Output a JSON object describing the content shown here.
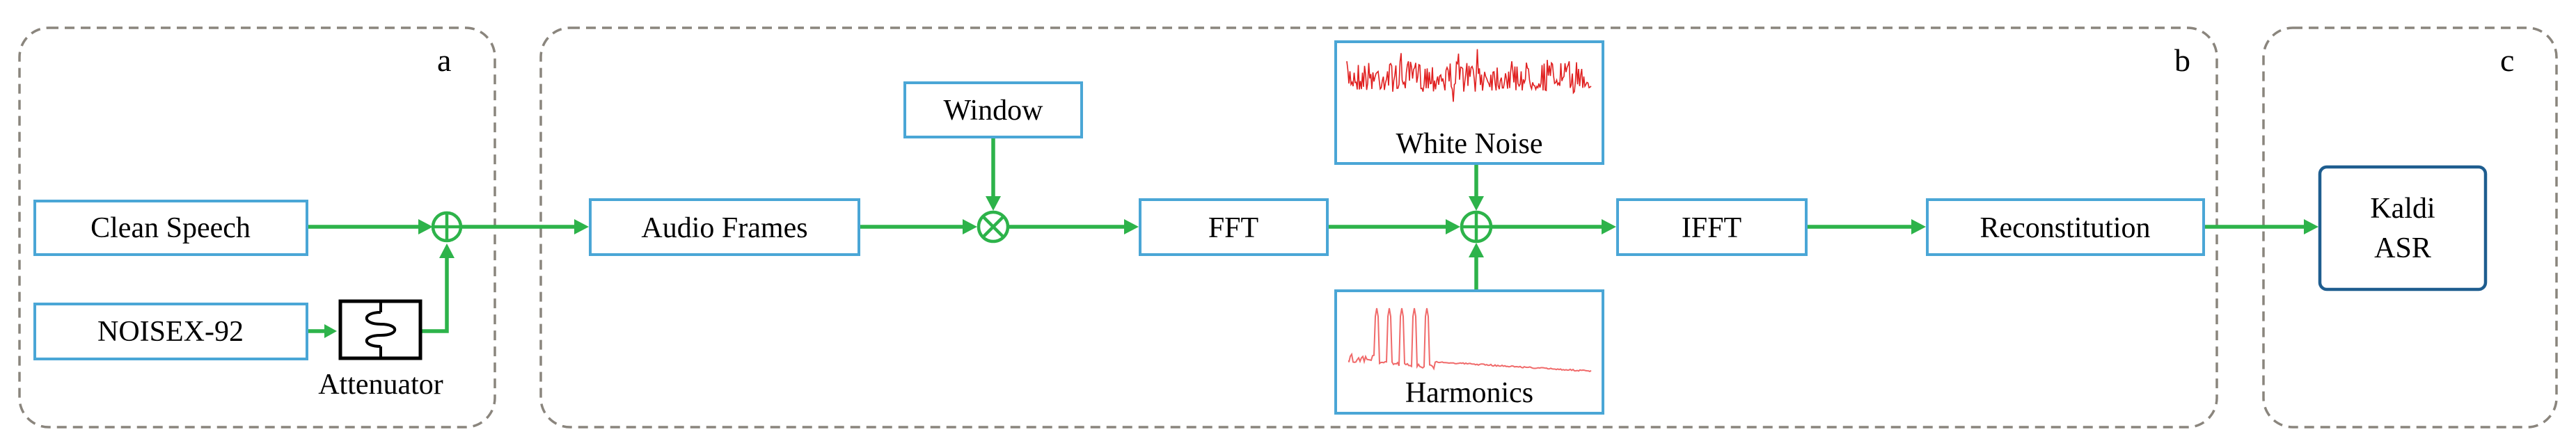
{
  "panels": {
    "a": {
      "letter": "a"
    },
    "b": {
      "letter": "b"
    },
    "c": {
      "letter": "c"
    }
  },
  "nodes": {
    "clean_speech": "Clean Speech",
    "noisex": "NOISEX-92",
    "attenuator": "Attenuator",
    "audio_frames": "Audio Frames",
    "window": "Window",
    "fft": "FFT",
    "white_noise": "White Noise",
    "harmonics": "Harmonics",
    "ifft": "IFFT",
    "reconstitution": "Reconstitution",
    "asr_line1": "Kaldi",
    "asr_line2": "ASR"
  },
  "operators": {
    "sum_a": "add",
    "multiply": "multiply",
    "sum_b": "add"
  },
  "colors": {
    "arrow": "#2db34a",
    "box_border": "#4aa6d6",
    "asr_border": "#1e5d8f",
    "panel_border": "#8a857d",
    "white_noise_signal": "#e02020",
    "harmonics_signal": "#f06a6a"
  },
  "icons": {
    "attenuator": "attenuator-coil-icon",
    "white_noise_plot": "noise-waveform-icon",
    "harmonics_plot": "harmonic-spectrum-icon"
  }
}
